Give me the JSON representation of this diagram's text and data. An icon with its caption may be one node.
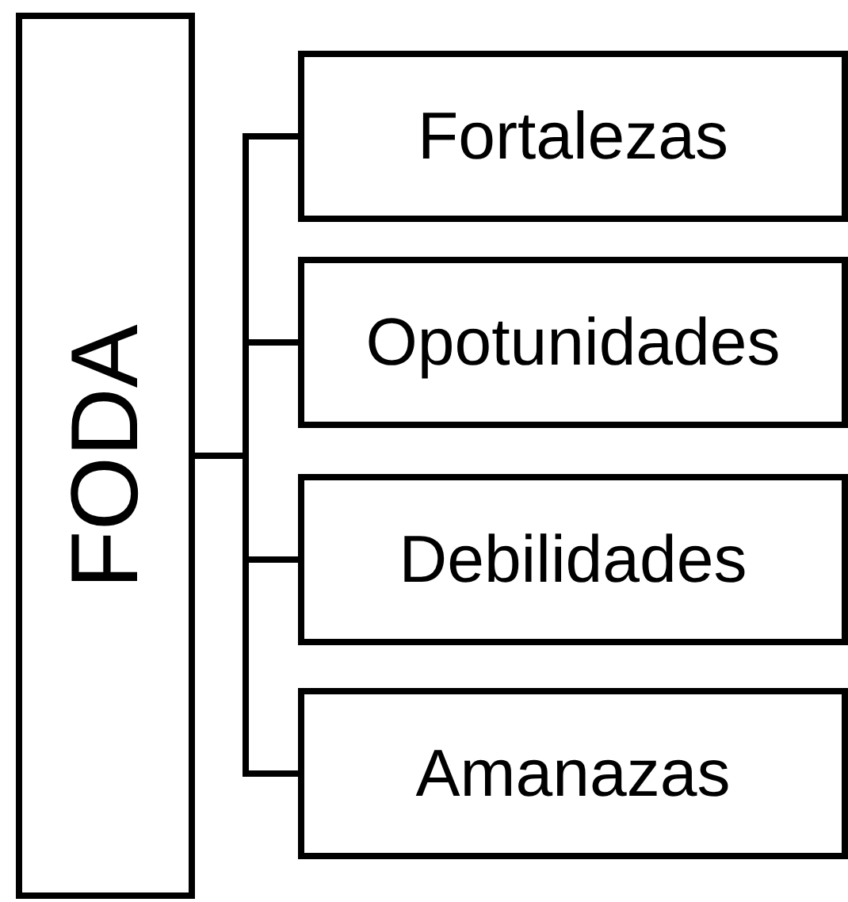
{
  "diagram": {
    "nodes": [
      {
        "text": [
          "FODA"
        ]
      },
      {
        "text": [
          "Fortalezas"
        ]
      },
      {
        "text": [
          "Opotunidades"
        ]
      },
      {
        "text": [
          "Debilidades"
        ]
      },
      {
        "text": [
          "Amanazas"
        ]
      }
    ],
    "edges": [
      {
        "from": 0,
        "to": 1,
        "arrow": "none"
      },
      {
        "from": 0,
        "to": 2,
        "arrow": "none"
      },
      {
        "from": 0,
        "to": 3,
        "arrow": "none"
      },
      {
        "from": 0,
        "to": 4,
        "arrow": "none"
      }
    ]
  }
}
